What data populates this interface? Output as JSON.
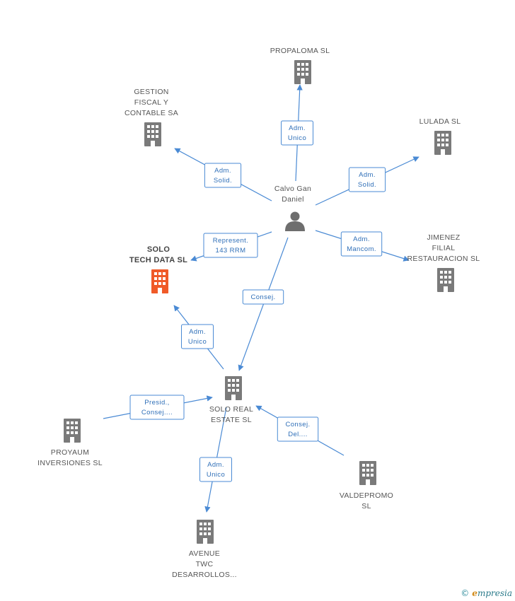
{
  "colors": {
    "edge": "#4a8ad4",
    "building": "#7a7a7a",
    "focus_building": "#f05a28",
    "person": "#6e6e6e"
  },
  "nodes": [
    {
      "id": "propaloma",
      "kind": "company",
      "lines": [
        "PROPALOMA SL"
      ]
    },
    {
      "id": "gestion",
      "kind": "company",
      "lines": [
        "GESTION",
        "FISCAL Y",
        "CONTABLE SA"
      ]
    },
    {
      "id": "lulada",
      "kind": "company",
      "lines": [
        "LULADA SL"
      ]
    },
    {
      "id": "calvo",
      "kind": "person",
      "lines": [
        "Calvo Gan",
        "Daniel"
      ]
    },
    {
      "id": "solotech",
      "kind": "focus",
      "lines": [
        "SOLO",
        "TECH DATA SL"
      ]
    },
    {
      "id": "jimenez",
      "kind": "company",
      "lines": [
        "JIMENEZ",
        "FILIAL",
        "RESTAURACION SL"
      ]
    },
    {
      "id": "soloreal",
      "kind": "company",
      "lines": [
        "SOLO REAL",
        "ESTATE SL"
      ]
    },
    {
      "id": "proyaum",
      "kind": "company",
      "lines": [
        "PROYAUM",
        "INVERSIONES SL"
      ]
    },
    {
      "id": "valdepromo",
      "kind": "company",
      "lines": [
        "VALDEPROMO",
        "SL"
      ]
    },
    {
      "id": "avenue",
      "kind": "company",
      "lines": [
        "AVENUE",
        "TWC",
        "DESARROLLOS..."
      ]
    }
  ],
  "edges": [
    {
      "id": "e-propaloma",
      "lines": [
        "Adm.",
        "Unico"
      ]
    },
    {
      "id": "e-gestion",
      "lines": [
        "Adm.",
        "Solid."
      ]
    },
    {
      "id": "e-lulada",
      "lines": [
        "Adm.",
        "Solid."
      ]
    },
    {
      "id": "e-solotech",
      "lines": [
        "Represent.",
        "143 RRM"
      ]
    },
    {
      "id": "e-jimenez",
      "lines": [
        "Adm.",
        "Mancom."
      ]
    },
    {
      "id": "e-soloreal",
      "lines": [
        "Consej."
      ]
    },
    {
      "id": "e-soloreal-solotech",
      "lines": [
        "Adm.",
        "Unico"
      ]
    },
    {
      "id": "e-proyaum",
      "lines": [
        "Presid.,",
        "Consej...."
      ]
    },
    {
      "id": "e-valdepromo",
      "lines": [
        "Consej.",
        "Del...."
      ]
    },
    {
      "id": "e-avenue",
      "lines": [
        "Adm.",
        "Unico"
      ]
    }
  ],
  "footer": {
    "copyright": "©",
    "brand_initial": "e",
    "brand_rest": "mpresia"
  }
}
